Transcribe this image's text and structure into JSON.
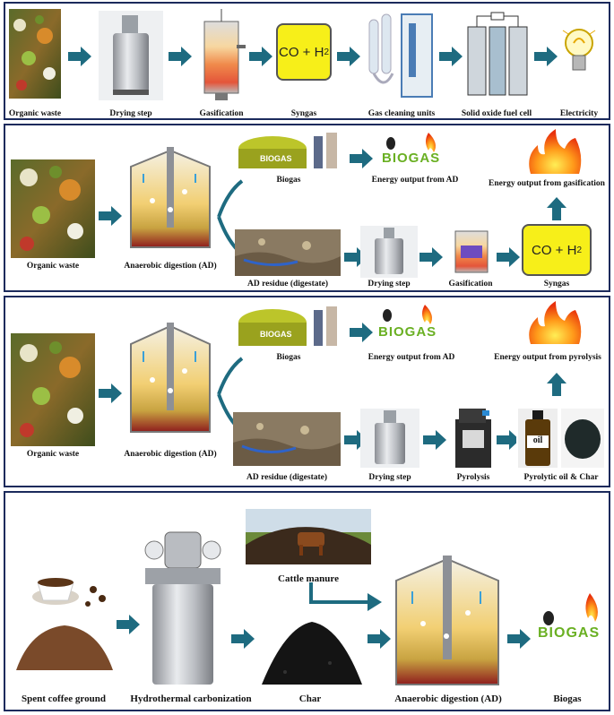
{
  "panel1": {
    "labels": {
      "organic_waste": "Organic waste",
      "drying": "Drying step",
      "gasification": "Gasification",
      "syngas": "Syngas",
      "gas_cleaning": "Gas cleaning units",
      "sofc": "Solid oxide fuel cell",
      "electricity": "Electricity"
    },
    "syngas_formula": "CO + H",
    "syngas_sub": "2"
  },
  "panel2": {
    "labels": {
      "organic_waste": "Organic waste",
      "ad": "Anaerobic digestion (AD)",
      "biogas": "Biogas",
      "energy_ad": "Energy output from AD",
      "energy_gas": "Energy output from gasification",
      "residue": "AD residue (digestate)",
      "drying": "Drying step",
      "gasification": "Gasification",
      "syngas": "Syngas"
    },
    "syngas_formula": "CO + H",
    "syngas_sub": "2",
    "biogas_logo": "BIOGAS",
    "tank_text": "BIOGAS"
  },
  "panel3": {
    "labels": {
      "organic_waste": "Organic waste",
      "ad": "Anaerobic digestion (AD)",
      "biogas": "Biogas",
      "energy_ad": "Energy output from AD",
      "energy_pyro": "Energy output from pyrolysis",
      "residue": "AD residue (digestate)",
      "drying": "Drying step",
      "pyrolysis": "Pyrolysis",
      "oil_char": "Pyrolytic oil & Char"
    },
    "oil_label": "oil",
    "biogas_logo": "BIOGAS",
    "tank_text": "BIOGAS"
  },
  "panel4": {
    "labels": {
      "coffee": "Spent coffee ground",
      "htc": "Hydrothermal carbonization",
      "char": "Char",
      "cattle": "Cattle manure",
      "ad": "Anaerobic digestion (AD)",
      "biogas": "Biogas"
    },
    "biogas_logo": "BIOGAS"
  },
  "colors": {
    "arrow": "#1e6b80",
    "border": "#1b2a5c",
    "syngas": "#f7ef19",
    "biogas_green": "#6ab023"
  }
}
